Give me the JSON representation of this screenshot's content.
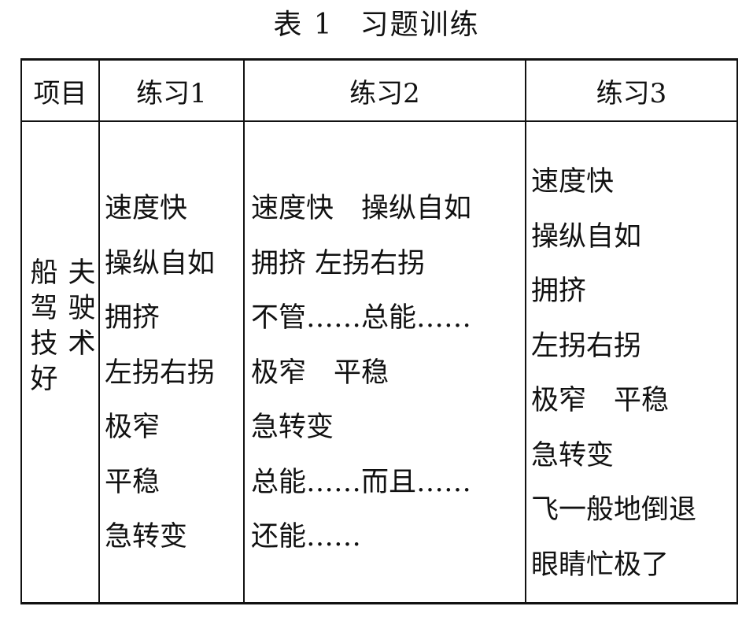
{
  "caption": {
    "label": "表 1",
    "title": "习题训练"
  },
  "table": {
    "headers": [
      "项目",
      "练习1",
      "练习2",
      "练习3"
    ],
    "project": {
      "col1": "夫驶术",
      "col2": "船驾技好"
    },
    "exercise1": [
      "速度快",
      "操纵自如",
      "拥挤",
      "左拐右拐",
      "极窄",
      "平稳",
      "急转变"
    ],
    "exercise2": [
      "速度快　操纵自如",
      "拥挤 左拐右拐",
      "不管……总能……",
      "极窄　平稳",
      "急转变",
      "总能……而且……",
      "还能……"
    ],
    "exercise3": [
      "速度快",
      "操纵自如",
      "拥挤",
      "左拐右拐",
      "极窄　平稳",
      "急转变",
      "飞一般地倒退",
      "眼睛忙极了"
    ]
  }
}
